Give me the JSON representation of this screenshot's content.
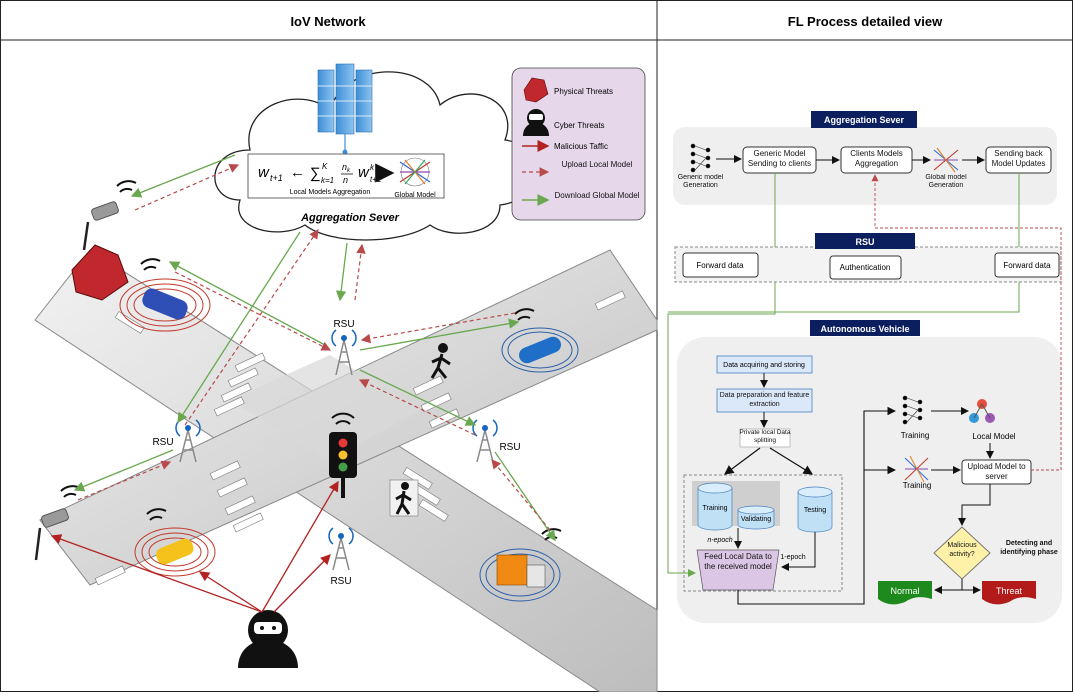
{
  "panels": {
    "left_title": "IoV Network",
    "right_title": "FL Process detailed view"
  },
  "iov": {
    "cloud_title": "Aggregation Sever",
    "formula": {
      "lhs": "w",
      "lhs_sub": "t+1",
      "arrow": "←",
      "sum": "∑",
      "sum_sup": "K",
      "sum_sub": "k=1",
      "frac_num": "n",
      "frac_num_sub": "k",
      "frac_den": "n",
      "rhs": "w",
      "rhs_sup": "k",
      "rhs_sub": "t+1"
    },
    "local_agg_label": "Local Models Aggregation",
    "global_model_label": "Global Model",
    "rsu_label": "RSU"
  },
  "legend": {
    "items": [
      {
        "label": "Physical Threats"
      },
      {
        "label": "Cyber Threats"
      },
      {
        "label": "Malicious Taffic"
      },
      {
        "label": "Upload Local Model"
      },
      {
        "label": "Download Global Model"
      }
    ]
  },
  "fl": {
    "agg_title": "Aggregation Sever",
    "generic_gen": "Generic model Generation",
    "generic_send": "Generic Model Sending to clients",
    "clients_agg": "Clients Models Aggregation",
    "global_gen": "Global model Generation",
    "send_back": "Sending back Model Updates",
    "rsu_title": "RSU",
    "forward_left": "Forward data",
    "authentication": "Authentication",
    "forward_right": "Forward data",
    "av_title": "Autonomous Vehicle",
    "data_acq": "Data acquiring and storing",
    "data_prep": "Data preparation and feature extraction",
    "split": "Private local Data splitting",
    "training_db": "Training",
    "validating_db": "Validating",
    "testing_db": "Testing",
    "n_epoch": "n-epoch",
    "one_epoch": "1-epoch",
    "feed": "Feed Local Data to the received model",
    "training1": "Training",
    "training2": "Training",
    "local_model": "Local Model",
    "upload": "Upload Model to server",
    "malicious": "Malicious activity?",
    "detect_phase": "Detecting and identifying phase",
    "normal": "Normal",
    "threat": "Threat"
  },
  "colors": {
    "malicious": "#b22222",
    "upload": "#b84a4a",
    "download": "#6aa84f",
    "title_bar": "#0b1f5e",
    "legend_bg": "#e6d8ea",
    "normal": "#1e8a1e",
    "threat": "#b31b1b",
    "decision": "#fff2a8",
    "feed": "#dcc6e6",
    "process_box": "#dbe8fa",
    "db": "#bfe0f5"
  }
}
